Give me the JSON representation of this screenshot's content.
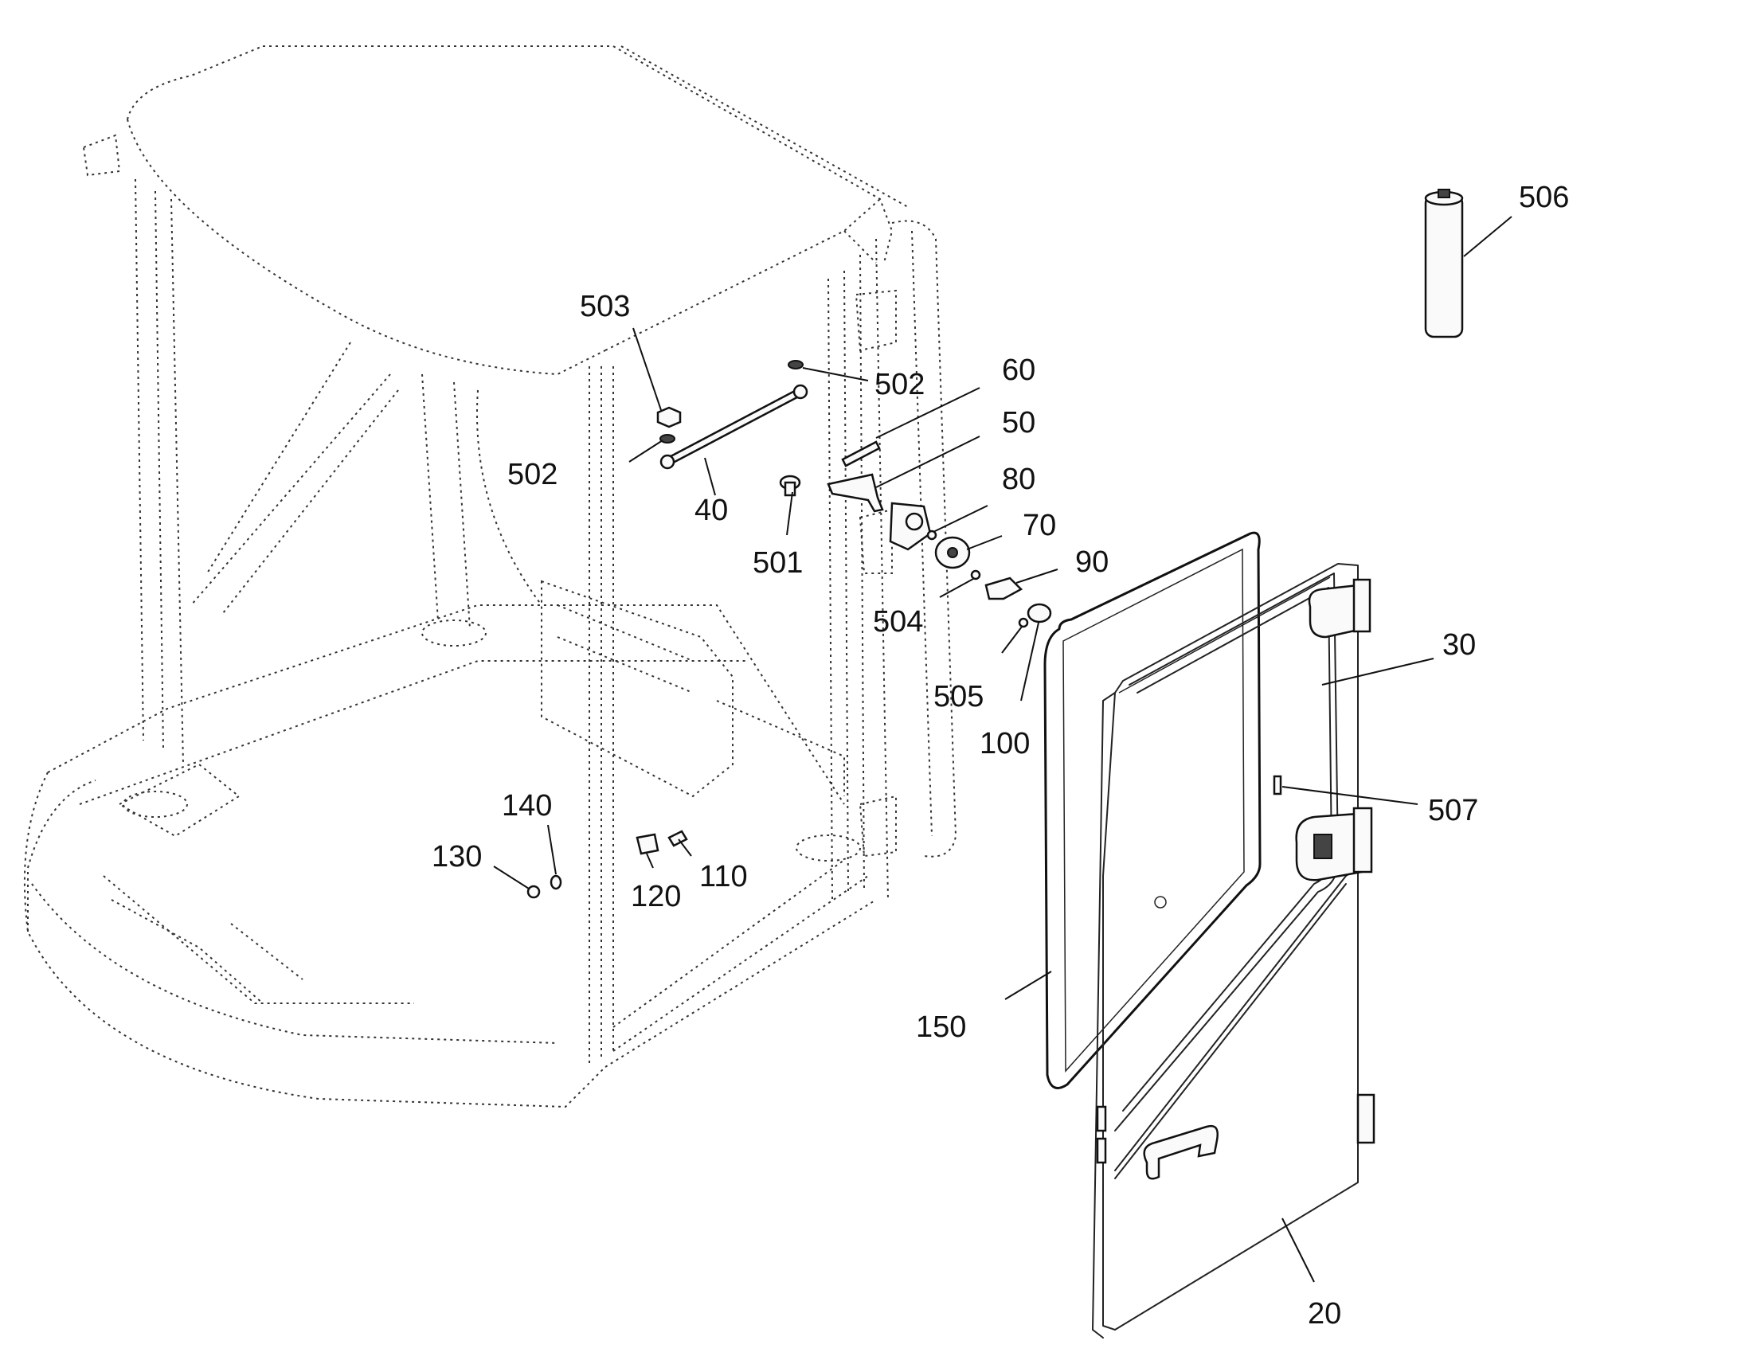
{
  "callouts": [
    {
      "id": "c503",
      "label": "503"
    },
    {
      "id": "c502a",
      "label": "502"
    },
    {
      "id": "c502b",
      "label": "502"
    },
    {
      "id": "c40",
      "label": "40"
    },
    {
      "id": "c501",
      "label": "501"
    },
    {
      "id": "c60",
      "label": "60"
    },
    {
      "id": "c50",
      "label": "50"
    },
    {
      "id": "c80",
      "label": "80"
    },
    {
      "id": "c70",
      "label": "70"
    },
    {
      "id": "c90",
      "label": "90"
    },
    {
      "id": "c504",
      "label": "504"
    },
    {
      "id": "c505",
      "label": "505"
    },
    {
      "id": "c100",
      "label": "100"
    },
    {
      "id": "c30",
      "label": "30"
    },
    {
      "id": "c506",
      "label": "506"
    },
    {
      "id": "c507",
      "label": "507"
    },
    {
      "id": "c140",
      "label": "140"
    },
    {
      "id": "c130",
      "label": "130"
    },
    {
      "id": "c120",
      "label": "120"
    },
    {
      "id": "c110",
      "label": "110"
    },
    {
      "id": "c150",
      "label": "150"
    },
    {
      "id": "c20",
      "label": "20"
    }
  ]
}
